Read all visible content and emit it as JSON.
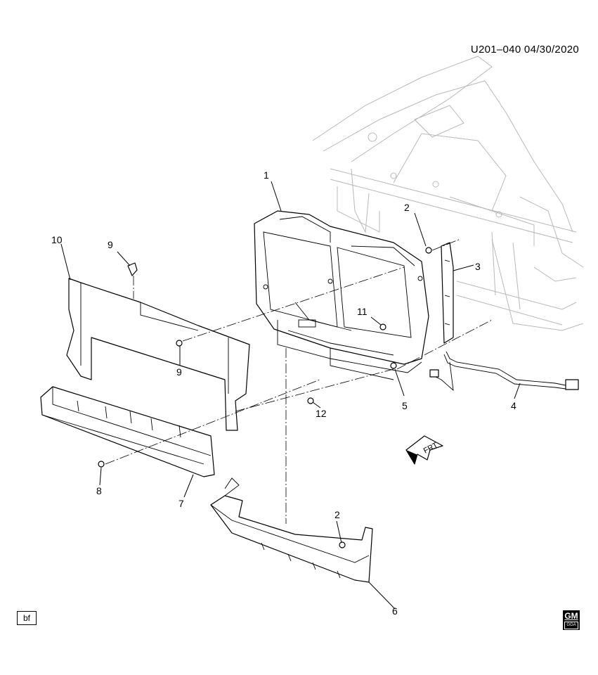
{
  "header": {
    "diagram_code": "U201–040  04/30/2020"
  },
  "callouts": [
    {
      "id": "1",
      "label": "1"
    },
    {
      "id": "2a",
      "label": "2"
    },
    {
      "id": "2b",
      "label": "2"
    },
    {
      "id": "3",
      "label": "3"
    },
    {
      "id": "4",
      "label": "4"
    },
    {
      "id": "5",
      "label": "5"
    },
    {
      "id": "6",
      "label": "6"
    },
    {
      "id": "7",
      "label": "7"
    },
    {
      "id": "8",
      "label": "8"
    },
    {
      "id": "9a",
      "label": "9"
    },
    {
      "id": "9b",
      "label": "9"
    },
    {
      "id": "10",
      "label": "10"
    },
    {
      "id": "11",
      "label": "11"
    },
    {
      "id": "12",
      "label": "12"
    }
  ],
  "direction_marker": {
    "label": "FRT",
    "icon": "front-direction-arrow-icon"
  },
  "footer": {
    "corner_tag": "bf",
    "logo": {
      "text": "GM",
      "subtext": "GGA"
    }
  }
}
